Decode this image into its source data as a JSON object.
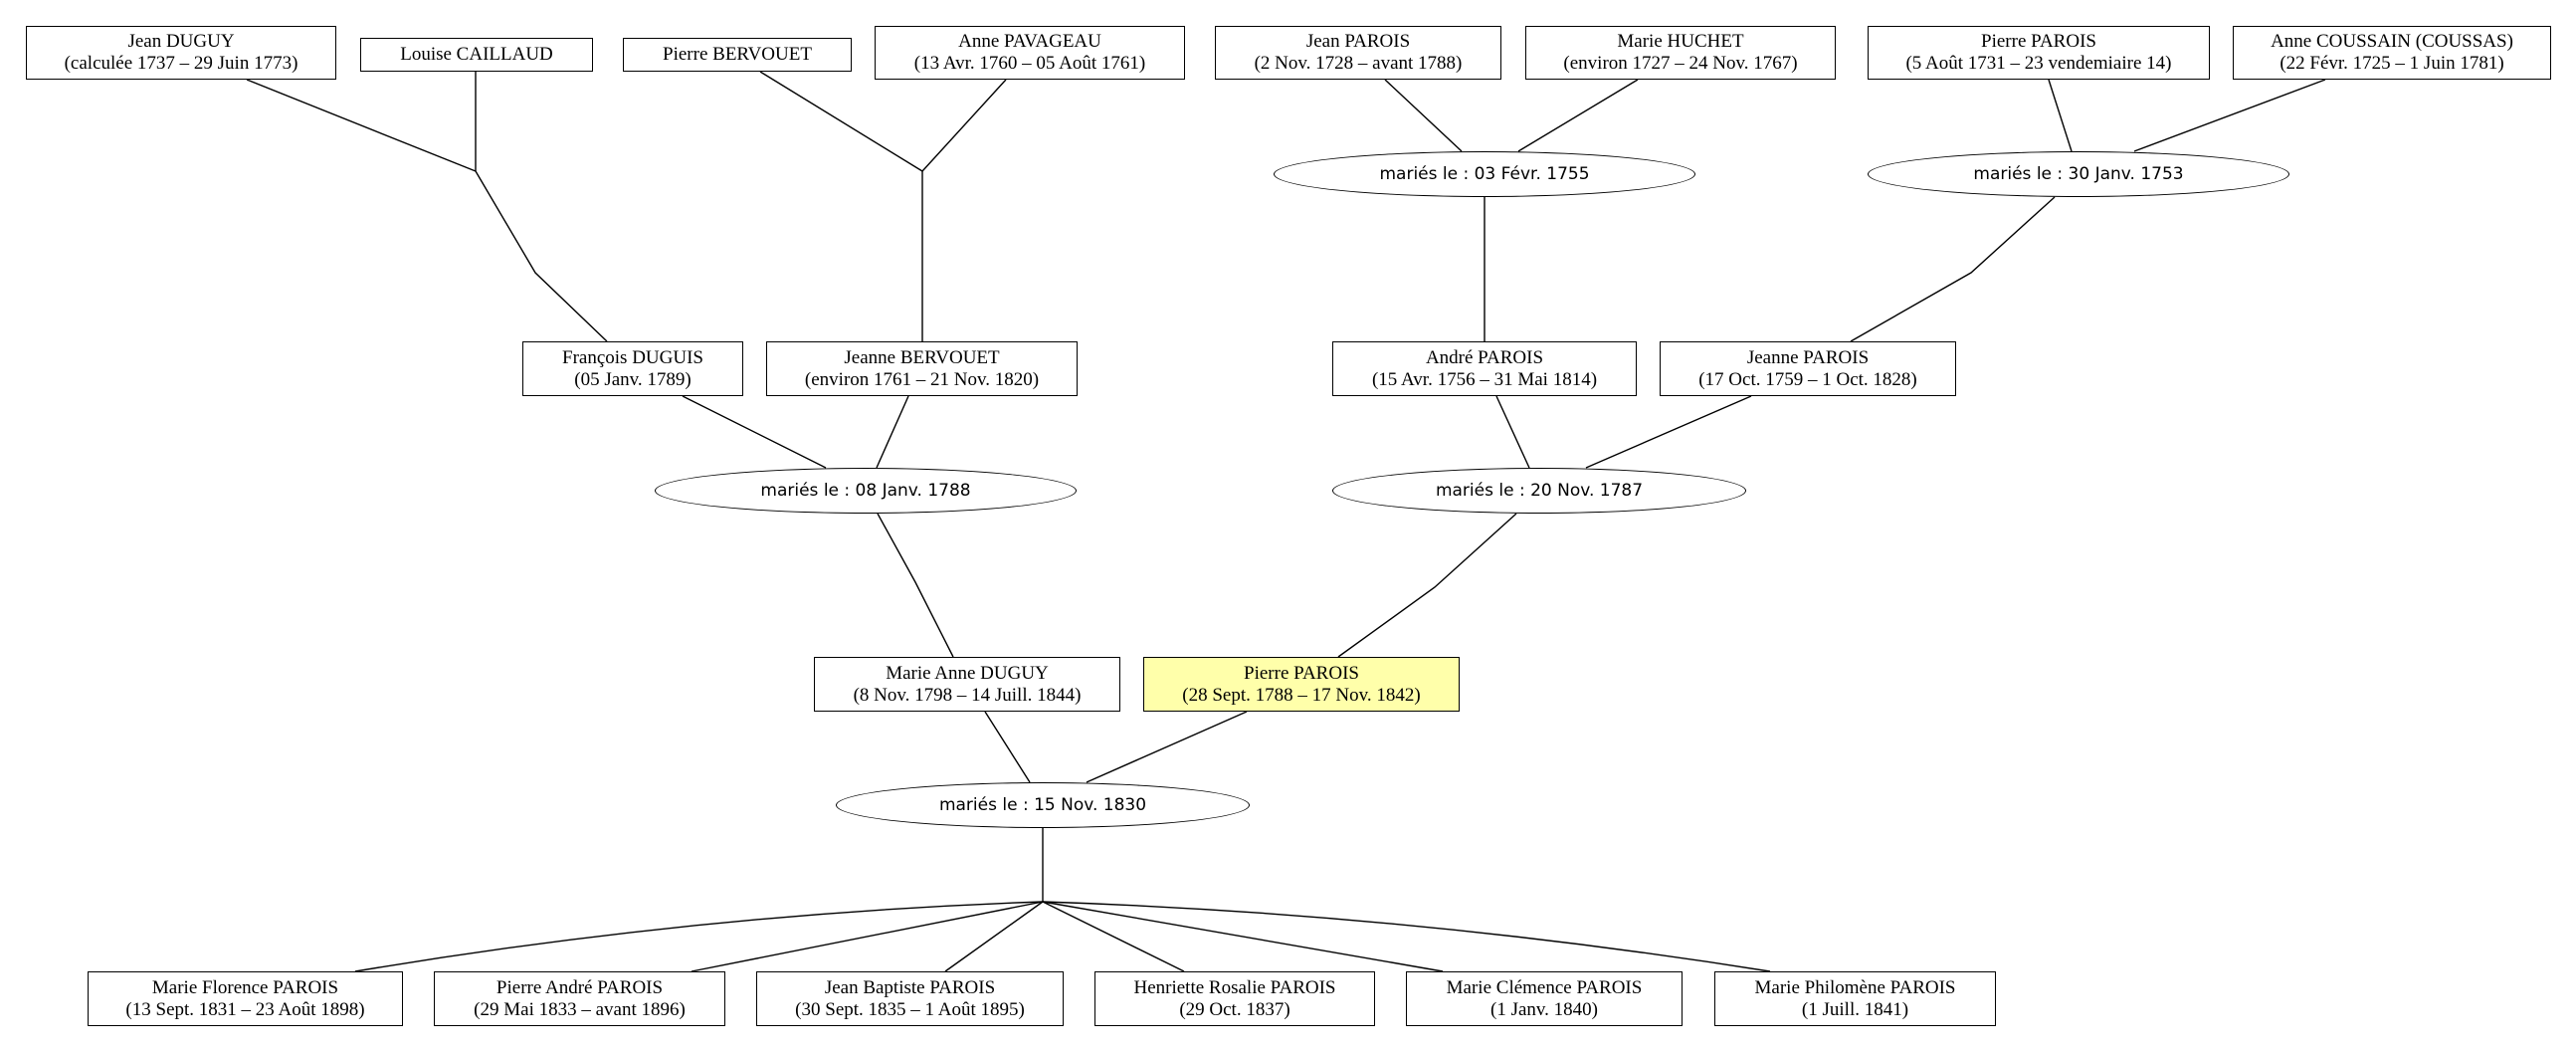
{
  "persons": {
    "jean_duguy": {
      "name": "Jean DUGUY",
      "dates": "(calculée 1737 – 29 Juin 1773)"
    },
    "louise_caillaud": {
      "name": "Louise CAILLAUD",
      "dates": ""
    },
    "pierre_bervouet": {
      "name": "Pierre BERVOUET",
      "dates": ""
    },
    "anne_pavageau": {
      "name": "Anne PAVAGEAU",
      "dates": "(13 Avr. 1760 – 05 Août 1761)"
    },
    "jean_parois": {
      "name": "Jean PAROIS",
      "dates": "(2 Nov. 1728 – avant 1788)"
    },
    "marie_huchet": {
      "name": "Marie HUCHET",
      "dates": "(environ 1727 – 24 Nov. 1767)"
    },
    "pierre_parois_1731": {
      "name": "Pierre PAROIS",
      "dates": "(5 Août 1731 – 23 vendemiaire 14)"
    },
    "anne_coussain": {
      "name": "Anne COUSSAIN (COUSSAS)",
      "dates": "(22 Févr. 1725 – 1 Juin 1781)"
    },
    "francois_duguis": {
      "name": "François DUGUIS",
      "dates": "(05 Janv. 1789)"
    },
    "jeanne_bervouet": {
      "name": "Jeanne BERVOUET",
      "dates": "(environ 1761 – 21 Nov. 1820)"
    },
    "andre_parois": {
      "name": "André PAROIS",
      "dates": "(15 Avr. 1756 – 31 Mai 1814)"
    },
    "jeanne_parois": {
      "name": "Jeanne PAROIS",
      "dates": "(17 Oct. 1759 – 1 Oct. 1828)"
    },
    "marie_anne_duguy": {
      "name": "Marie Anne DUGUY",
      "dates": "(8 Nov. 1798 – 14 Juill. 1844)"
    },
    "pierre_parois_1788": {
      "name": "Pierre PAROIS",
      "dates": "(28 Sept. 1788 – 17 Nov. 1842)"
    },
    "marie_florence": {
      "name": "Marie Florence PAROIS",
      "dates": "(13 Sept. 1831 – 23 Août 1898)"
    },
    "pierre_andre": {
      "name": "Pierre André PAROIS",
      "dates": "(29 Mai 1833 – avant 1896)"
    },
    "jean_baptiste": {
      "name": "Jean Baptiste PAROIS",
      "dates": "(30 Sept. 1835 – 1 Août 1895)"
    },
    "henriette_rosalie": {
      "name": "Henriette Rosalie PAROIS",
      "dates": "(29 Oct. 1837)"
    },
    "marie_clemence": {
      "name": "Marie Clémence PAROIS",
      "dates": "(1 Janv. 1840)"
    },
    "marie_philomene": {
      "name": "Marie Philomène PAROIS",
      "dates": "(1 Juill. 1841)"
    }
  },
  "marriages": {
    "m1755": "mariés le : 03 Févr. 1755",
    "m1753": "mariés le : 30 Janv. 1753",
    "m1788": "mariés le : 08 Janv. 1788",
    "m1787": "mariés le : 20 Nov. 1787",
    "m1830": "mariés le : 15 Nov. 1830"
  },
  "colors": {
    "highlight": "#ffffaa",
    "line": "#000000"
  }
}
